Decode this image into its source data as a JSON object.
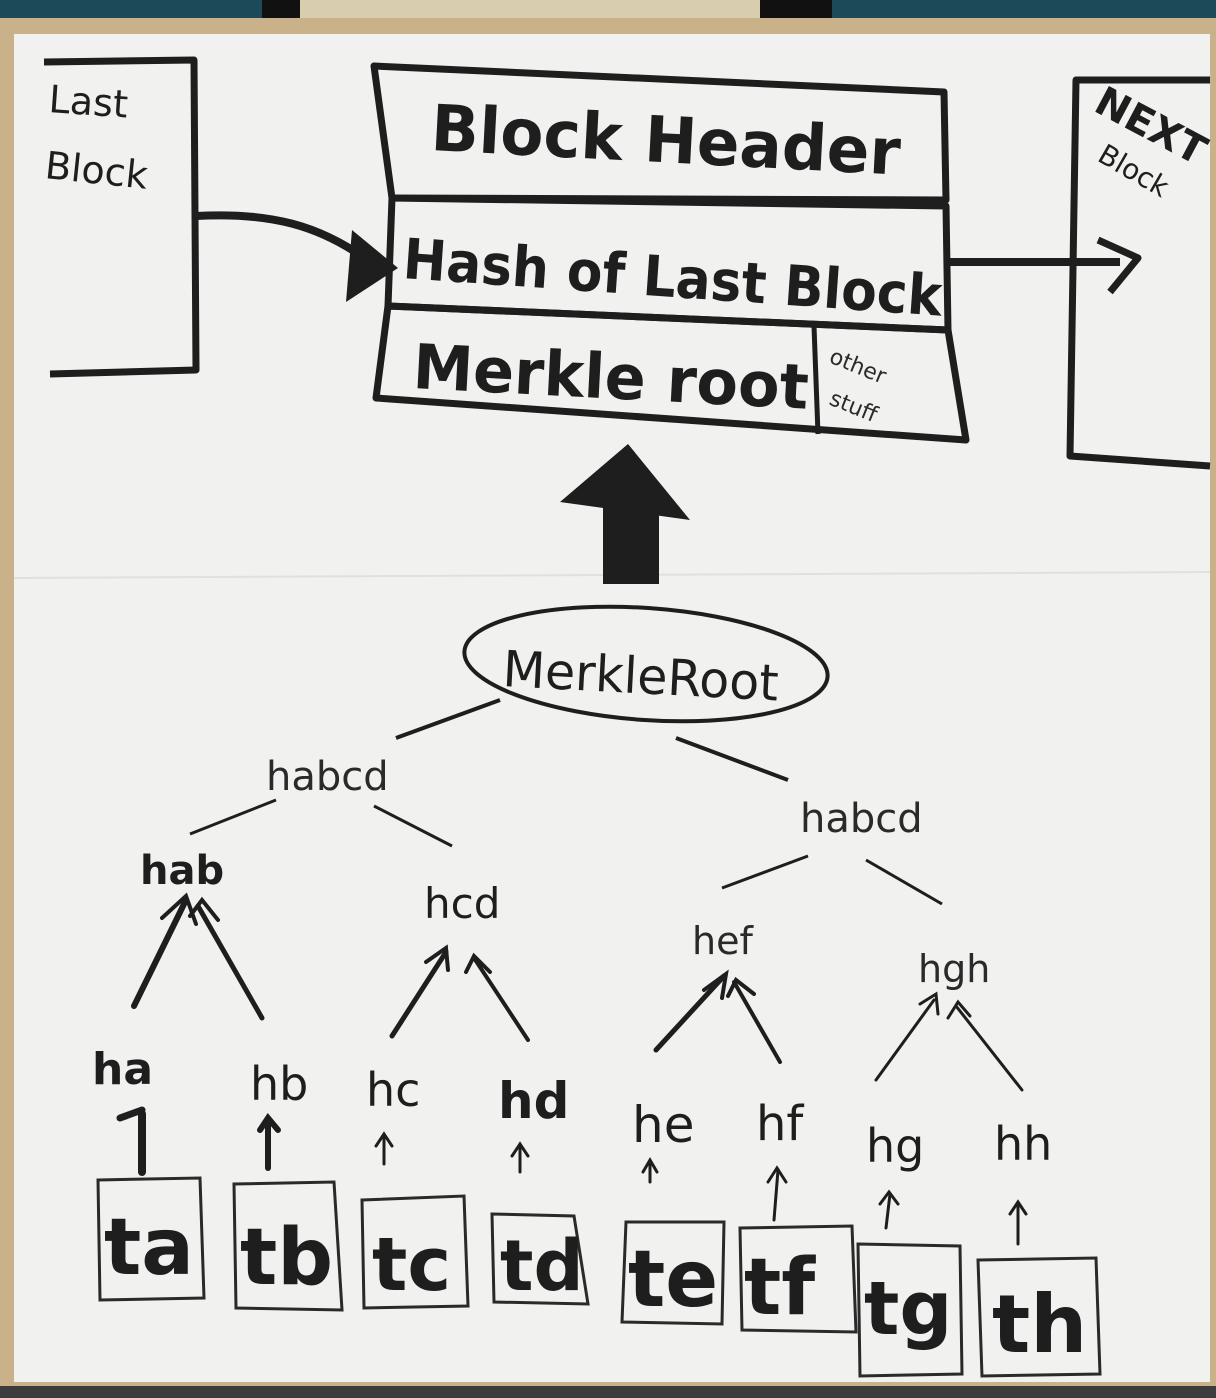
{
  "colors": {
    "wall": "#1d4a58",
    "board": "#f1f1ef",
    "frame": "#c9b28a",
    "ink": "#1e1e1e",
    "bottom_bar": "#3c3c3c"
  },
  "chain": {
    "last_block": {
      "line1": "Last",
      "line2": "Block"
    },
    "current_block": {
      "header": "Block Header",
      "hash_field": "Hash of Last Block",
      "merkle_field": "Merkle root",
      "other_field": {
        "line1": "other",
        "line2": "stuff"
      }
    },
    "next_block": {
      "line1": "NEXT",
      "line2": "Block"
    }
  },
  "tree": {
    "root": "MerkleRoot",
    "level2": [
      "habcd",
      "habcd"
    ],
    "level1": [
      "hab",
      "hcd",
      "hef",
      "hgh"
    ],
    "hashes": [
      "ha",
      "hb",
      "hc",
      "hd",
      "he",
      "hf",
      "hg",
      "hh"
    ],
    "transactions": [
      "ta",
      "tb",
      "tc",
      "td",
      "te",
      "tf",
      "tg",
      "th"
    ]
  }
}
